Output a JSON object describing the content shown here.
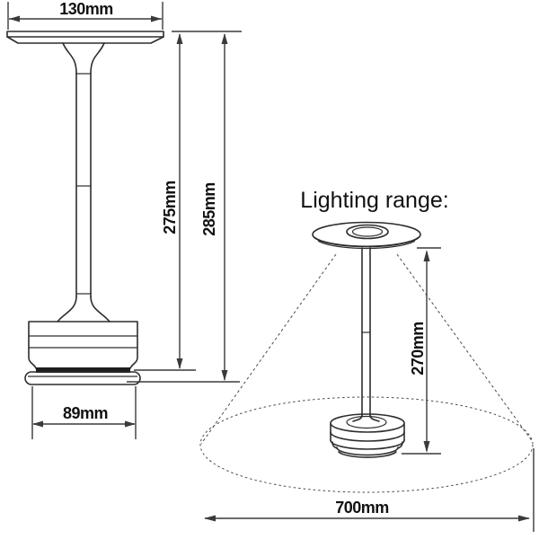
{
  "title": "Lighting range:",
  "front_view": {
    "head_width": "130mm",
    "lamp_height": "275mm",
    "total_height": "285mm",
    "base_width": "89mm"
  },
  "range_view": {
    "height_above_surface": "270mm",
    "range_diameter": "700mm"
  },
  "colors": {
    "line": "#2d2d2d",
    "background": "#ffffff"
  }
}
